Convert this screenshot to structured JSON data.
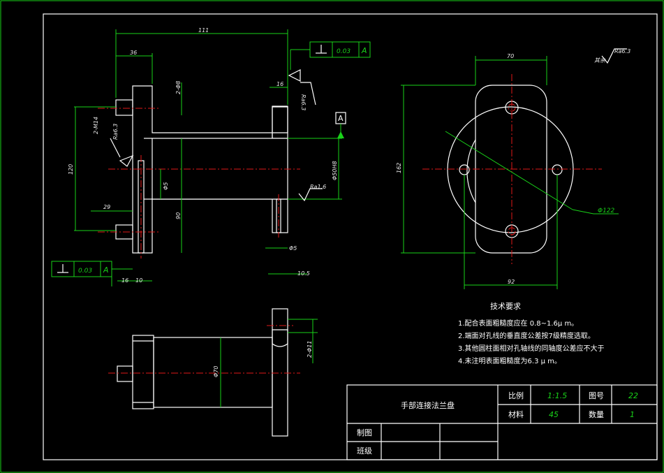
{
  "drawing": {
    "dimensions": {
      "overall_length": "111",
      "flange_thickness": "36",
      "hole_label_top": "2-Φ8",
      "right_flange_width": "16",
      "roughness_right": "Ra6.3",
      "roughness_left": "Ra6.3",
      "roughness_bore": "Ra1.6",
      "roughness_global": "Ra6.3",
      "thread_label": "2-M14",
      "height_120": "120",
      "width_29": "29",
      "bore_dia": "Φ50H8",
      "pin_dia": "Φ5",
      "inner_90": "90",
      "slot_5": "Φ5",
      "bottom_10_5": "10.5",
      "bottom_16": "16",
      "bottom_10": "10",
      "datum": "A",
      "tol_top": "0.03",
      "tol_left": "0.03",
      "front_70": "70",
      "front_162": "162",
      "front_92": "92",
      "front_dia_122": "Φ122",
      "bottom_dia_70": "Φ70",
      "bottom_holes": "2-Φ11"
    },
    "roughness_note_prefix": "其余"
  },
  "requirements": {
    "title": "技术要求",
    "items": [
      "1.配合表面粗糙度应在 0.8~1.6μ m。",
      "2.端面对孔线的垂直度公差按7级精度选取。",
      "3.其他圆柱面相对孔轴线的同轴度公差应不大于",
      "4.未注明表面粗糙度为6.3 μ m。"
    ]
  },
  "title_block": {
    "part_name": "手部连接法兰盘",
    "scale_label": "比例",
    "scale_value": "1:1.5",
    "drawing_no_label": "图号",
    "drawing_no_value": "22",
    "material_label": "材料",
    "material_value": "45",
    "quantity_label": "数量",
    "quantity_value": "1",
    "drawn_by_label": "制图",
    "class_label": "班级"
  }
}
